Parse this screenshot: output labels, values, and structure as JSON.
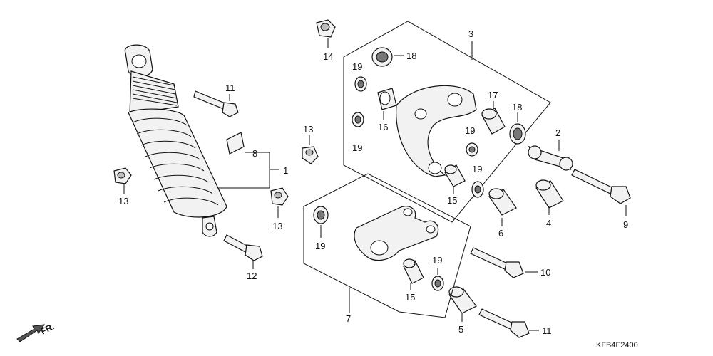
{
  "callouts": [
    "1",
    "2",
    "3",
    "4",
    "5",
    "6",
    "7",
    "8",
    "9",
    "10",
    "11",
    "12",
    "13",
    "14",
    "15",
    "16",
    "17",
    "18",
    "19"
  ],
  "direction_label": "FR.",
  "diagram_code": "KFB4F2400"
}
